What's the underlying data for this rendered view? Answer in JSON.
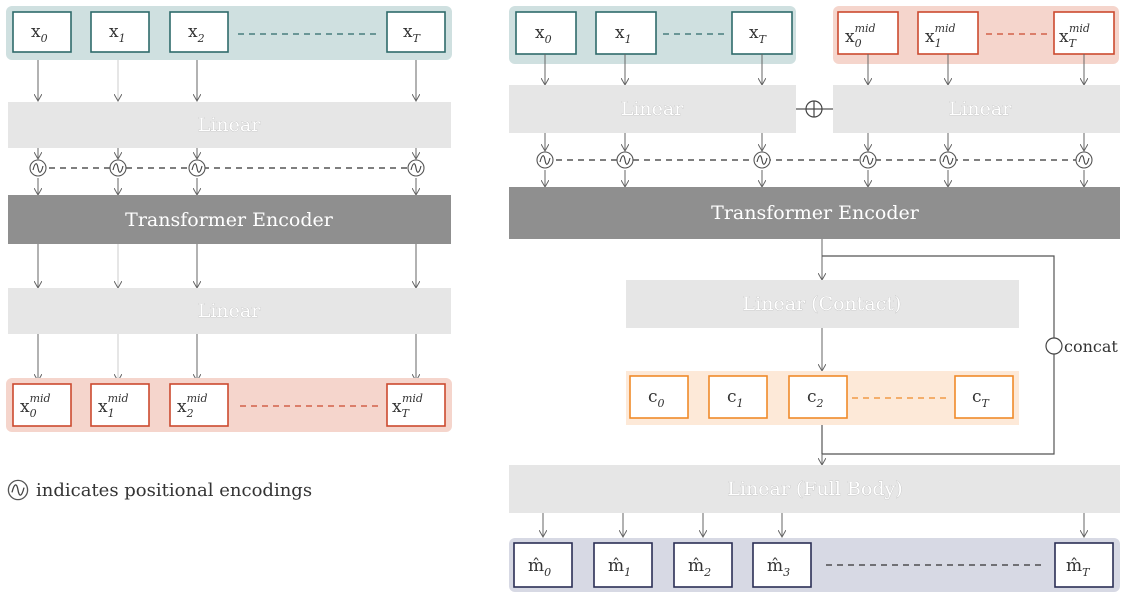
{
  "left_diagram": {
    "inputs": [
      {
        "base": "x",
        "sub": "0"
      },
      {
        "base": "x",
        "sub": "1"
      },
      {
        "base": "x",
        "sub": "2"
      },
      {
        "base": "x",
        "sub": "T"
      }
    ],
    "linear1_label": "Linear",
    "transformer_label": "Transformer Encoder",
    "linear2_label": "Linear",
    "outputs": [
      {
        "base": "x",
        "sub": "0",
        "sup": "mid"
      },
      {
        "base": "x",
        "sub": "1",
        "sup": "mid"
      },
      {
        "base": "x",
        "sub": "2",
        "sup": "mid"
      },
      {
        "base": "x",
        "sub": "T",
        "sup": "mid"
      }
    ],
    "legend_text": "indicates positional encodings"
  },
  "right_diagram": {
    "inputs": [
      {
        "base": "x",
        "sub": "0"
      },
      {
        "base": "x",
        "sub": "1"
      },
      {
        "base": "x",
        "sub": "T"
      }
    ],
    "mid_inputs": [
      {
        "base": "x",
        "sub": "0",
        "sup": "mid"
      },
      {
        "base": "x",
        "sub": "1",
        "sup": "mid"
      },
      {
        "base": "x",
        "sub": "T",
        "sup": "mid"
      }
    ],
    "linear_left_label": "Linear",
    "linear_right_label": "Linear",
    "transformer_label": "Transformer Encoder",
    "contact_label": "Linear (Contact)",
    "contacts": [
      {
        "base": "c",
        "sub": "0"
      },
      {
        "base": "c",
        "sub": "1"
      },
      {
        "base": "c",
        "sub": "2"
      },
      {
        "base": "c",
        "sub": "T"
      }
    ],
    "concat_label": "concat",
    "fullbody_label": "Linear (Full Body)",
    "outputs": [
      {
        "base": "m̂",
        "sub": "0"
      },
      {
        "base": "m̂",
        "sub": "1"
      },
      {
        "base": "m̂",
        "sub": "2"
      },
      {
        "base": "m̂",
        "sub": "3"
      },
      {
        "base": "m̂",
        "sub": "T"
      }
    ]
  },
  "icons": {
    "positional_encoding": "sine-wave-circle-icon",
    "add": "circle-plus-icon",
    "concat": "circle-icon"
  },
  "colors": {
    "input_group": "#cfe0e0",
    "mid_group": "#f5d5cc",
    "contact_group": "#fde9d8",
    "output_group": "#d7d9e4",
    "linear_bar": "#e6e6e6",
    "transformer_bar": "#8f8f8f"
  }
}
